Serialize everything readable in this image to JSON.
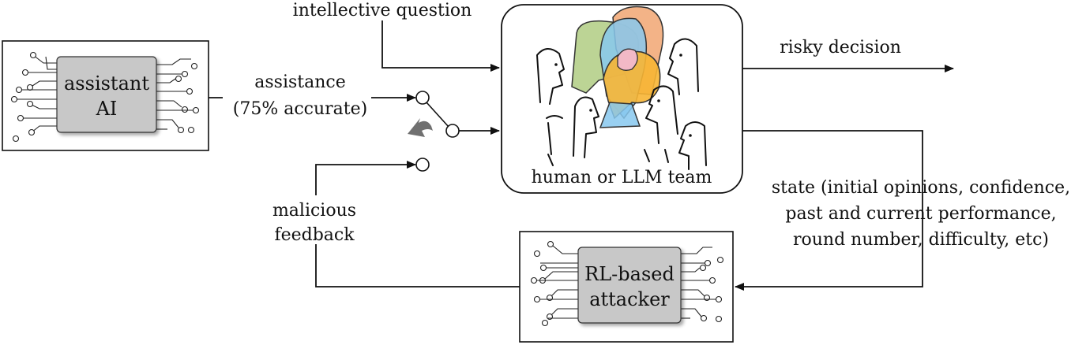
{
  "labels": {
    "intellective_question": "intellective question",
    "assistance_line1": "assistance",
    "assistance_line2": "(75% accurate)",
    "risky_decision": "risky decision",
    "team": "human or LLM team",
    "state_line1": "state (initial opinions, confidence,",
    "state_line2": "past and current performance,",
    "state_line3": "round number, difficulty, etc)",
    "malicious_line1": "malicious",
    "malicious_line2": "feedback"
  },
  "assistant_chip": {
    "line1": "assistant",
    "line2": "AI"
  },
  "attacker_chip": {
    "line1": "RL-based",
    "line2": "attacker"
  },
  "colors": {
    "chip_fill": "#c8c8c8",
    "bubble_green": "#b5cf8a",
    "bubble_orange": "#f2ab7a",
    "bubble_blue": "#87c8ee",
    "bubble_yellow": "#f7b534",
    "bubble_pink": "#f2b9c6",
    "switch_arrow": "#707070"
  },
  "icons": {
    "assistant_chip": "circuit-chip-icon",
    "attacker_chip": "circuit-chip-icon",
    "team": "people-talking-icon",
    "switch_arrow": "curved-arrow-icon"
  }
}
